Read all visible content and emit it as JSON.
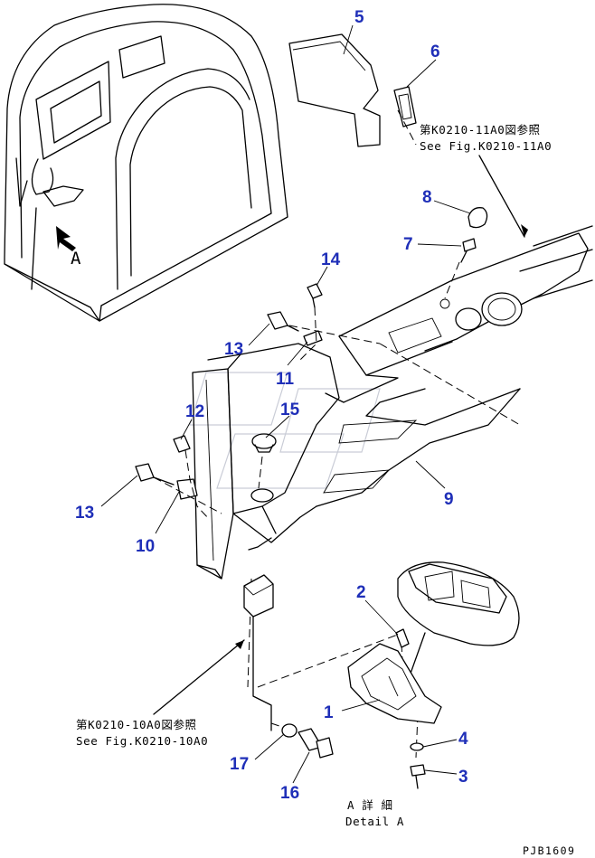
{
  "callouts": {
    "c1": "1",
    "c2": "2",
    "c3": "3",
    "c4": "4",
    "c5": "5",
    "c6": "6",
    "c7": "7",
    "c8": "8",
    "c9": "9",
    "c10": "10",
    "c11": "11",
    "c12": "12",
    "c13a": "13",
    "c13b": "13",
    "c14": "14",
    "c15": "15",
    "c16": "16",
    "c17": "17"
  },
  "references": {
    "upper_jp": "第K0210-11A0図参照",
    "upper_en": "See Fig.K0210-11A0",
    "lower_jp": "第K0210-10A0図参照",
    "lower_en": "See Fig.K0210-10A0"
  },
  "detail": {
    "marker": "A",
    "caption_jp": "A 詳 細",
    "caption_en": "Detail A"
  },
  "drawing_id": "PJB1609",
  "colors": {
    "callout": "#1f2fb8",
    "line": "#000000",
    "watermark": "#c9ccd6"
  }
}
